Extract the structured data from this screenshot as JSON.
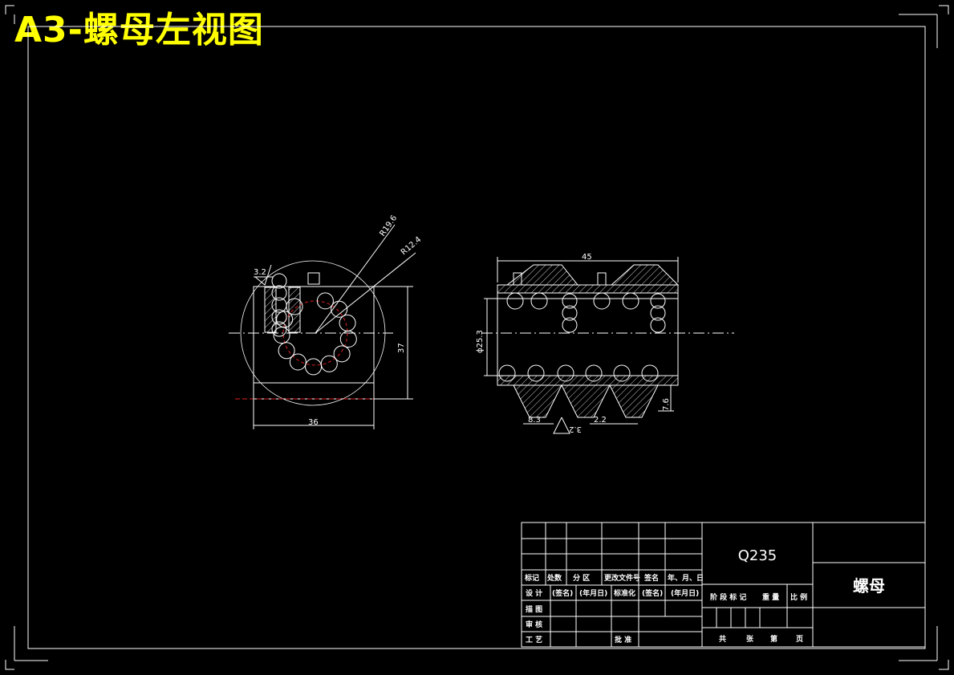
{
  "title": "A3-螺母左视图",
  "dimensions": {
    "left_view": {
      "width": "36",
      "height": "37",
      "r_outer": "R19.6",
      "r_inner": "R12.4",
      "small": "3.2"
    },
    "section_view": {
      "length": "45",
      "bore": "ϕ25.3",
      "pitch": "8.3",
      "tooth_depth": "7.6",
      "tooth_gap": "2.2",
      "angle": "3.2"
    }
  },
  "title_block": {
    "material": "Q235",
    "part_name": "螺母",
    "row_headers": {
      "mark": "标记",
      "count": "处数",
      "zone": "分 区",
      "doc": "更改文件号",
      "sign": "签名",
      "date": "年、月、日"
    },
    "design": "设 计",
    "sign1": "(签名)",
    "date1": "(年月日)",
    "standard": "标准化",
    "sign2": "(签名)",
    "date2": "(年月日)",
    "check": "描 图",
    "review": "审 核",
    "process": "工 艺",
    "approve": "批 准",
    "stage": "阶 段 标 记",
    "weight": "重 量",
    "scale": "比 例",
    "total": "共",
    "sheet_word": "张",
    "page_no": "第",
    "page_word": "页"
  },
  "colors": {
    "background": "#000000",
    "line": "#ffffff",
    "title": "#ffff00",
    "hidden": "#e02020"
  }
}
